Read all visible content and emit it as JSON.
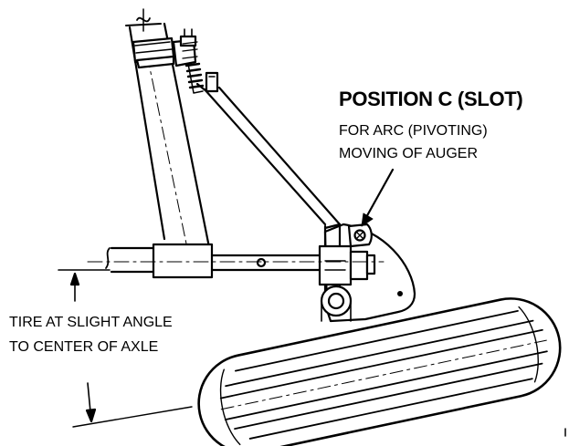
{
  "callout": {
    "title": "POSITION C (SLOT)",
    "line1": "FOR ARC (PIVOTING)",
    "line2": "MOVING OF AUGER"
  },
  "tire_note": {
    "line1": "TIRE AT SLIGHT ANGLE",
    "line2": "TO CENTER OF AXLE"
  },
  "colors": {
    "ink": "#000000",
    "paper": "#ffffff"
  }
}
